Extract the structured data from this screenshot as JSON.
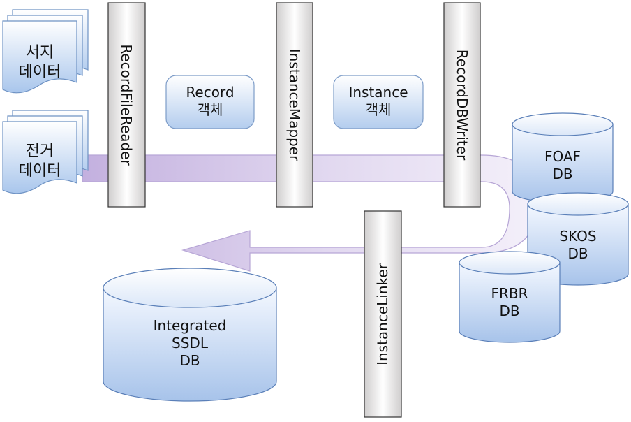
{
  "docs": [
    {
      "line1": "서지",
      "line2": "데이터"
    },
    {
      "line1": "전거",
      "line2": "데이터"
    }
  ],
  "stages": {
    "reader": "RecordFileReader",
    "mapper": "InstanceMapper",
    "writer": "RecordDBWriter",
    "linker": "InstanceLinker"
  },
  "objects": [
    {
      "line1": "Record",
      "line2": "객체"
    },
    {
      "line1": "Instance",
      "line2": "객체"
    }
  ],
  "databases": {
    "foaf": {
      "line1": "FOAF",
      "line2": "DB"
    },
    "skos": {
      "line1": "SKOS",
      "line2": "DB"
    },
    "frbr": {
      "line1": "FRBR",
      "line2": "DB"
    },
    "integrated": {
      "line1": "Integrated",
      "line2": "SSDL",
      "line3": "DB"
    }
  },
  "colors": {
    "doc_fill_top": "#ffffff",
    "doc_fill_bottom": "#a9c6ec",
    "doc_stroke": "#6f93c4",
    "arrow_fill_dark": "#c5b3e0",
    "arrow_fill_light": "#f1ecf8",
    "arrow_stroke": "#b7a6d6",
    "bar_fill": "#e0dede",
    "bar_stroke": "#333333",
    "db_fill_top": "#ffffff",
    "db_fill_bottom": "#a7c3ea",
    "db_stroke": "#5a7fb8"
  }
}
